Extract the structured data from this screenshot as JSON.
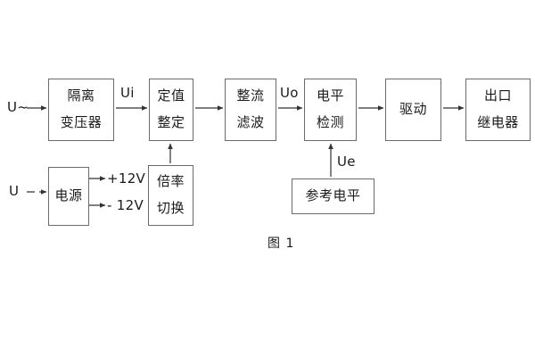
{
  "diagram": {
    "caption": "图 1",
    "blocks": [
      {
        "id": "isolation-transformer",
        "lines": [
          "隔离",
          "变压器"
        ]
      },
      {
        "id": "setting-value",
        "lines": [
          "定值",
          "整定"
        ]
      },
      {
        "id": "rectify-filter",
        "lines": [
          "整流",
          "滤波"
        ]
      },
      {
        "id": "level-detection",
        "lines": [
          "电平",
          "检测"
        ]
      },
      {
        "id": "drive",
        "lines": [
          "驱动"
        ]
      },
      {
        "id": "output-relay",
        "lines": [
          "出口",
          "继电器"
        ]
      },
      {
        "id": "power-supply",
        "lines": [
          "电源"
        ]
      },
      {
        "id": "multiplier-switch",
        "lines": [
          "倍率",
          "切换"
        ]
      },
      {
        "id": "reference-level",
        "lines": [
          "参考电平"
        ]
      }
    ],
    "signals": {
      "input_ac": "U~",
      "input_dc": "U",
      "ui": "Ui",
      "uo": "Uo",
      "ue": "Ue",
      "rail_positive": "+12V",
      "rail_negative": "- 12V"
    },
    "colors": {
      "stroke": "#6b6b6b",
      "arrow": "#333333",
      "text": "#1a1a1a",
      "background": "#ffffff"
    }
  }
}
